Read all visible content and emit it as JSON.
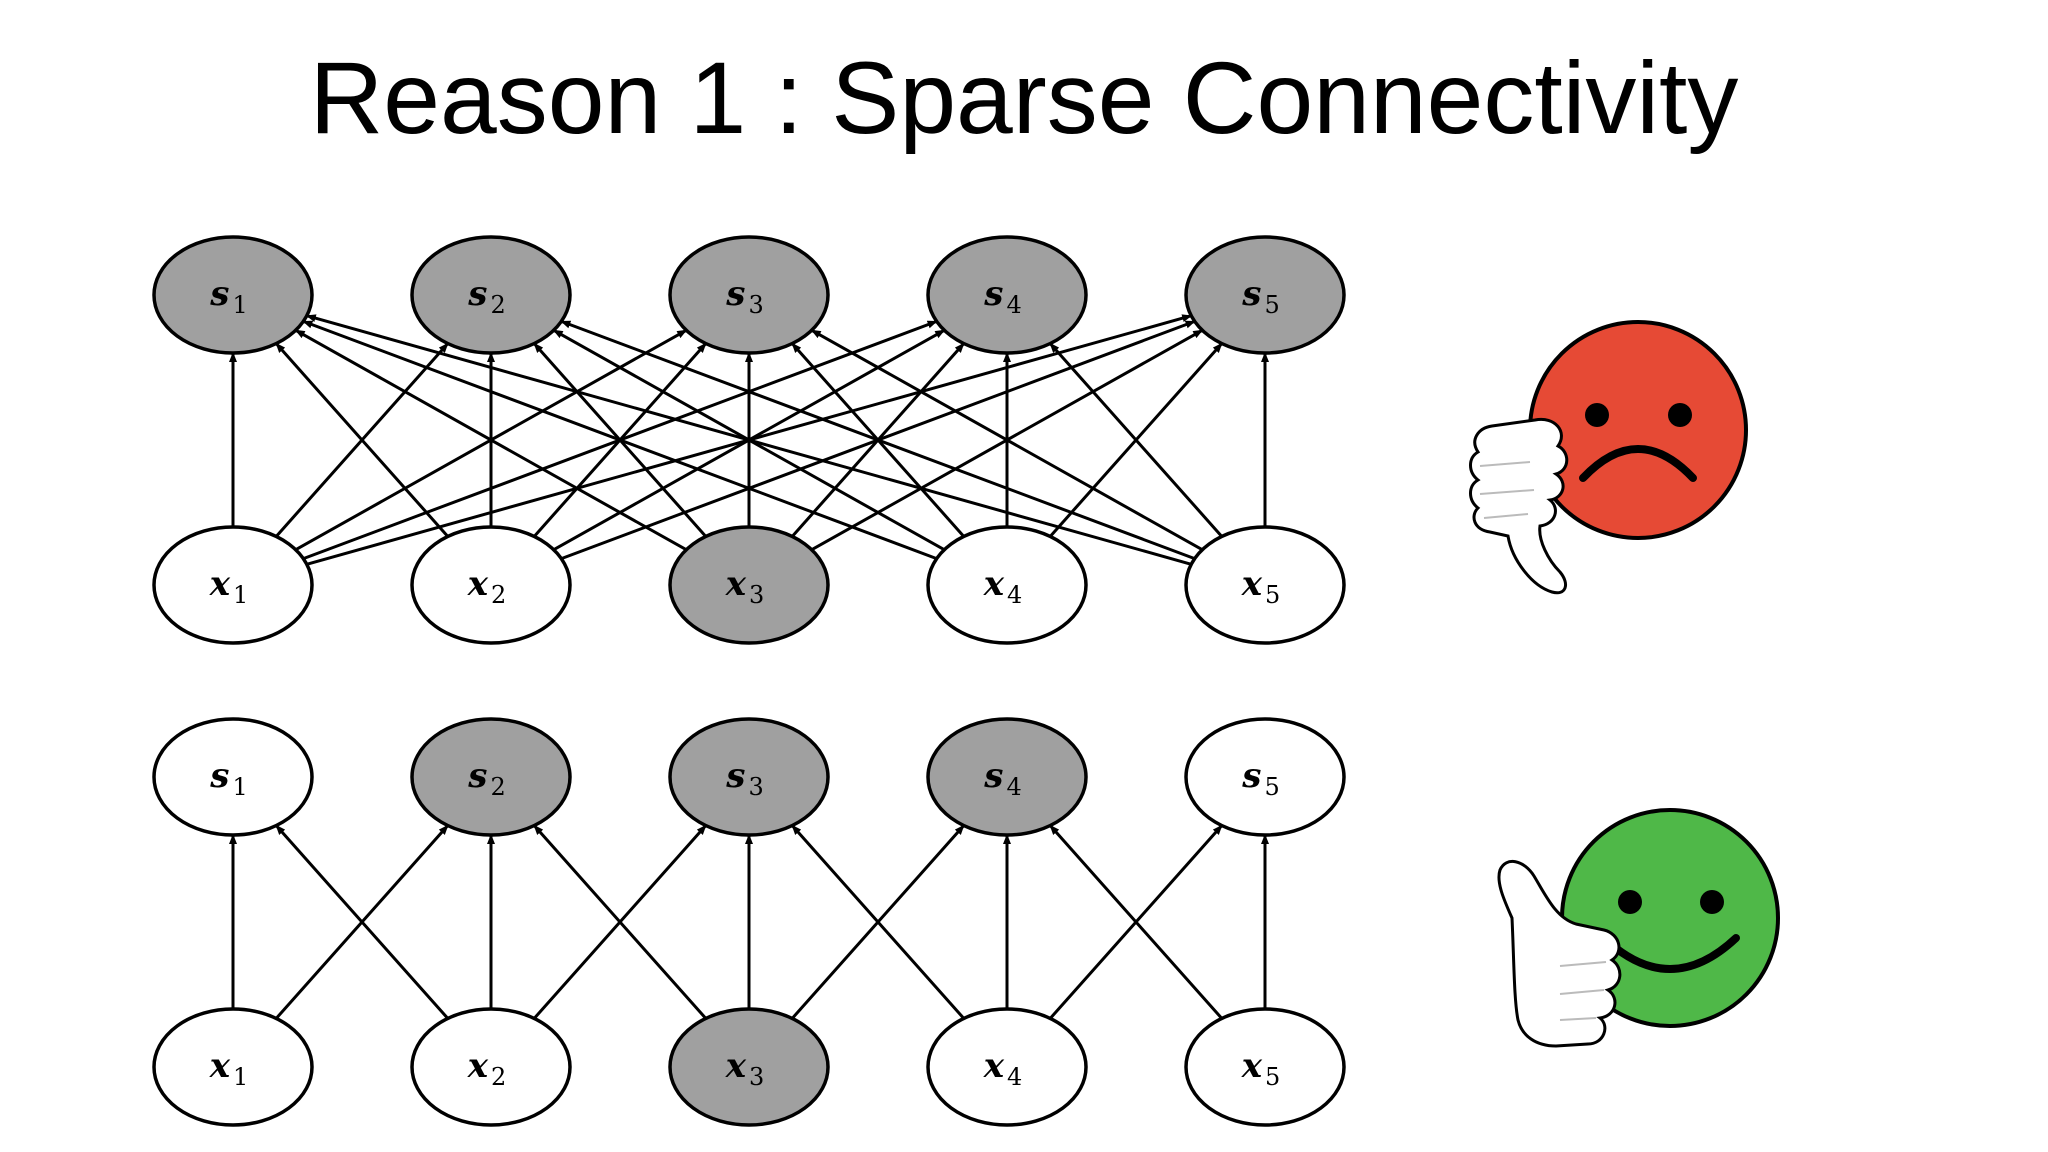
{
  "slide": {
    "title": "Reason 1 : Sparse Connectivity"
  },
  "colors": {
    "highlighted_node": "#a0a0a0",
    "normal_node": "#ffffff",
    "sad_face": "#e64a35",
    "happy_face": "#4fb848"
  },
  "diagrams": [
    {
      "id": "dense",
      "verdict": "thumbs-down",
      "output_nodes": [
        {
          "sym": "s",
          "sub": "1",
          "highlighted": true
        },
        {
          "sym": "s",
          "sub": "2",
          "highlighted": true
        },
        {
          "sym": "s",
          "sub": "3",
          "highlighted": true
        },
        {
          "sym": "s",
          "sub": "4",
          "highlighted": true
        },
        {
          "sym": "s",
          "sub": "5",
          "highlighted": true
        }
      ],
      "input_nodes": [
        {
          "sym": "x",
          "sub": "1",
          "highlighted": false
        },
        {
          "sym": "x",
          "sub": "2",
          "highlighted": false
        },
        {
          "sym": "x",
          "sub": "3",
          "highlighted": true
        },
        {
          "sym": "x",
          "sub": "4",
          "highlighted": false
        },
        {
          "sym": "x",
          "sub": "5",
          "highlighted": false
        }
      ],
      "connectivity": "full"
    },
    {
      "id": "sparse",
      "verdict": "thumbs-up",
      "output_nodes": [
        {
          "sym": "s",
          "sub": "1",
          "highlighted": false
        },
        {
          "sym": "s",
          "sub": "2",
          "highlighted": true
        },
        {
          "sym": "s",
          "sub": "3",
          "highlighted": true
        },
        {
          "sym": "s",
          "sub": "4",
          "highlighted": true
        },
        {
          "sym": "s",
          "sub": "5",
          "highlighted": false
        }
      ],
      "input_nodes": [
        {
          "sym": "x",
          "sub": "1",
          "highlighted": false
        },
        {
          "sym": "x",
          "sub": "2",
          "highlighted": false
        },
        {
          "sym": "x",
          "sub": "3",
          "highlighted": true
        },
        {
          "sym": "x",
          "sub": "4",
          "highlighted": false
        },
        {
          "sym": "x",
          "sub": "5",
          "highlighted": false
        }
      ],
      "connectivity": "kernel-3"
    }
  ],
  "icons": [
    {
      "name": "sad-face-thumbs-down-icon",
      "mood": "sad"
    },
    {
      "name": "happy-face-thumbs-up-icon",
      "mood": "happy"
    }
  ]
}
